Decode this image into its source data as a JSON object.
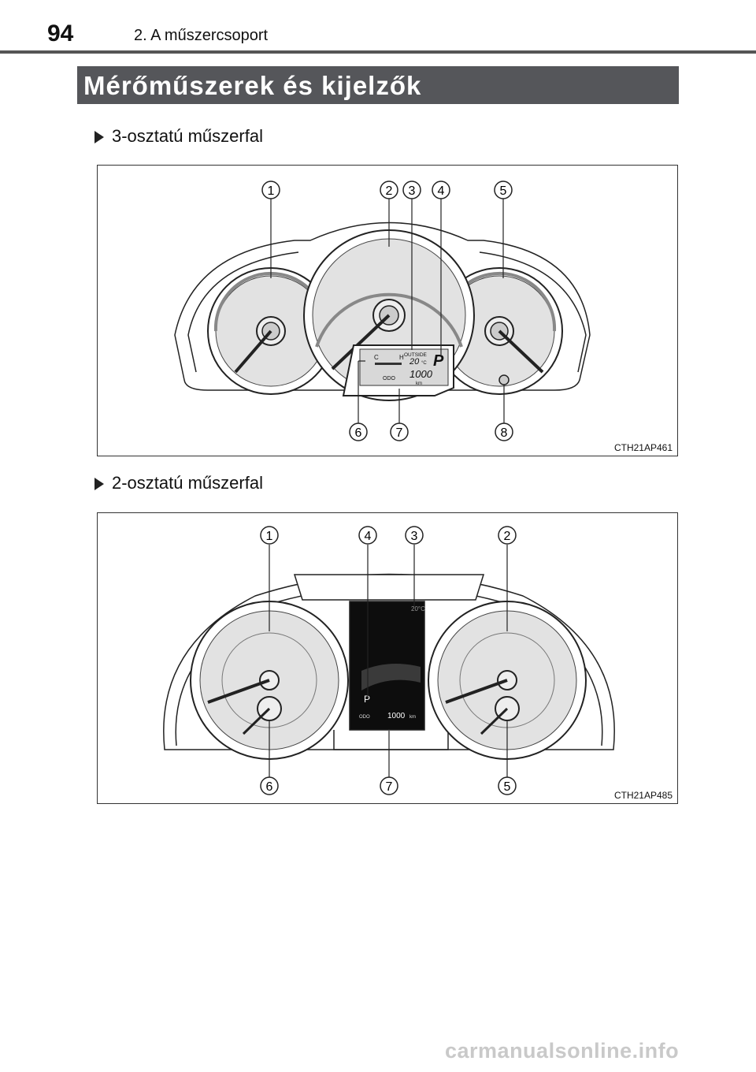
{
  "header": {
    "page_number": "94",
    "chapter": "2. A műszercsoport"
  },
  "section": {
    "title": "Mérőműszerek és kijelzők"
  },
  "figures": [
    {
      "bullet": "3-osztatú műszerfal",
      "code": "CTH21AP461",
      "callouts": [
        "1",
        "2",
        "3",
        "4",
        "5",
        "6",
        "7",
        "8"
      ],
      "display": {
        "gauge_c": "C",
        "gauge_h": "H",
        "outside_label": "OUTSIDE",
        "temp": "20",
        "temp_unit": "°C",
        "gear": "P",
        "odo_label": "ODO",
        "odo_value": "1000",
        "odo_unit": "km"
      }
    },
    {
      "bullet": "2-osztatú műszerfal",
      "code": "CTH21AP485",
      "callouts": [
        "1",
        "4",
        "3",
        "2",
        "6",
        "7",
        "5"
      ],
      "display": {
        "temp": "20°C",
        "gear": "P",
        "odo_label": "ODO",
        "odo_value": "1000",
        "odo_unit": "km"
      }
    }
  ],
  "watermark": "carmanualsonline.info"
}
